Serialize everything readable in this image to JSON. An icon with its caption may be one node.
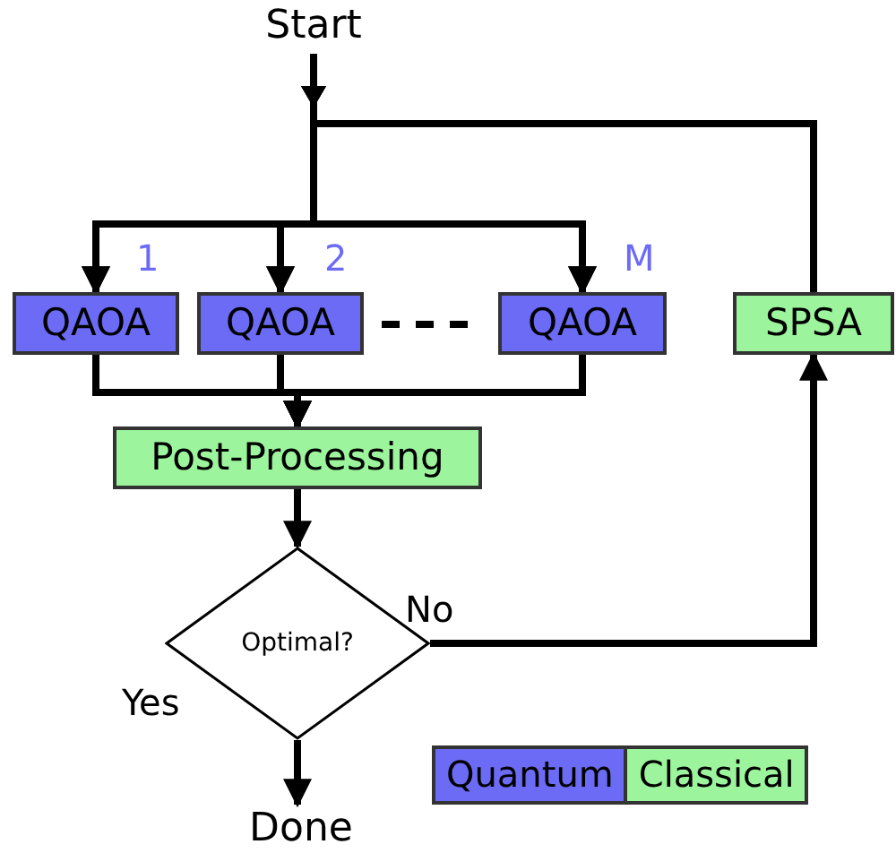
{
  "diagram": {
    "nodes": [
      {
        "text": [
          "Start"
        ]
      },
      {
        "text": [
          "QAOA"
        ],
        "beside": [
          "1"
        ]
      },
      {
        "text": [
          "QAOA"
        ],
        "beside": [
          "2"
        ]
      },
      {
        "text": [
          "QAOA"
        ],
        "beside": [
          "M"
        ]
      },
      {
        "text": [
          "SPSA"
        ]
      },
      {
        "text": [
          "Post-Processing"
        ]
      },
      {
        "text": [
          "Optimal?"
        ]
      },
      {
        "text": [
          "Done"
        ]
      }
    ],
    "edges": [
      {
        "from": 0,
        "to": 1,
        "arrow": "to"
      },
      {
        "from": 0,
        "to": 2,
        "arrow": "to"
      },
      {
        "from": 0,
        "to": 3,
        "arrow": "to"
      },
      {
        "from": 4,
        "to": 1,
        "arrow": "to"
      },
      {
        "from": 4,
        "to": 2,
        "arrow": "to"
      },
      {
        "from": 4,
        "to": 3,
        "arrow": "to"
      },
      {
        "from": 1,
        "to": 5,
        "arrow": "to"
      },
      {
        "from": 2,
        "to": 5,
        "arrow": "to"
      },
      {
        "from": 3,
        "to": 5,
        "arrow": "to"
      },
      {
        "from": 5,
        "to": 6,
        "arrow": "to"
      },
      {
        "from": 6,
        "to": 7,
        "label": "Yes",
        "arrow": "to"
      },
      {
        "from": 6,
        "to": 4,
        "label": "No",
        "arrow": "to"
      }
    ],
    "legend": [
      {
        "text": "Quantum",
        "color": "#6b6bf5"
      },
      {
        "text": "Classical",
        "color": "#9cf59c"
      }
    ]
  }
}
